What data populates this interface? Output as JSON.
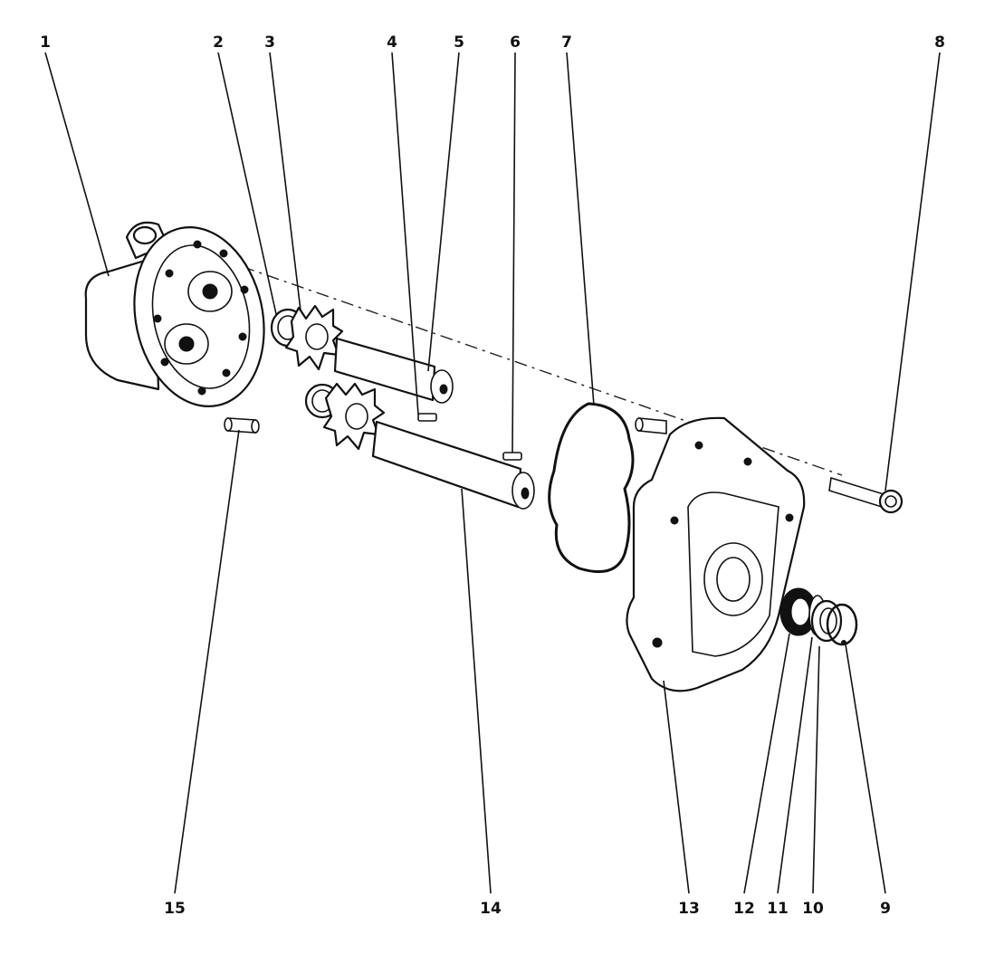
{
  "callouts": [
    "1",
    "2",
    "3",
    "4",
    "5",
    "6",
    "7",
    "8",
    "9",
    "10",
    "11",
    "12",
    "13",
    "14",
    "15"
  ],
  "colors": {
    "ink": "#111111",
    "paper": "#ffffff"
  }
}
